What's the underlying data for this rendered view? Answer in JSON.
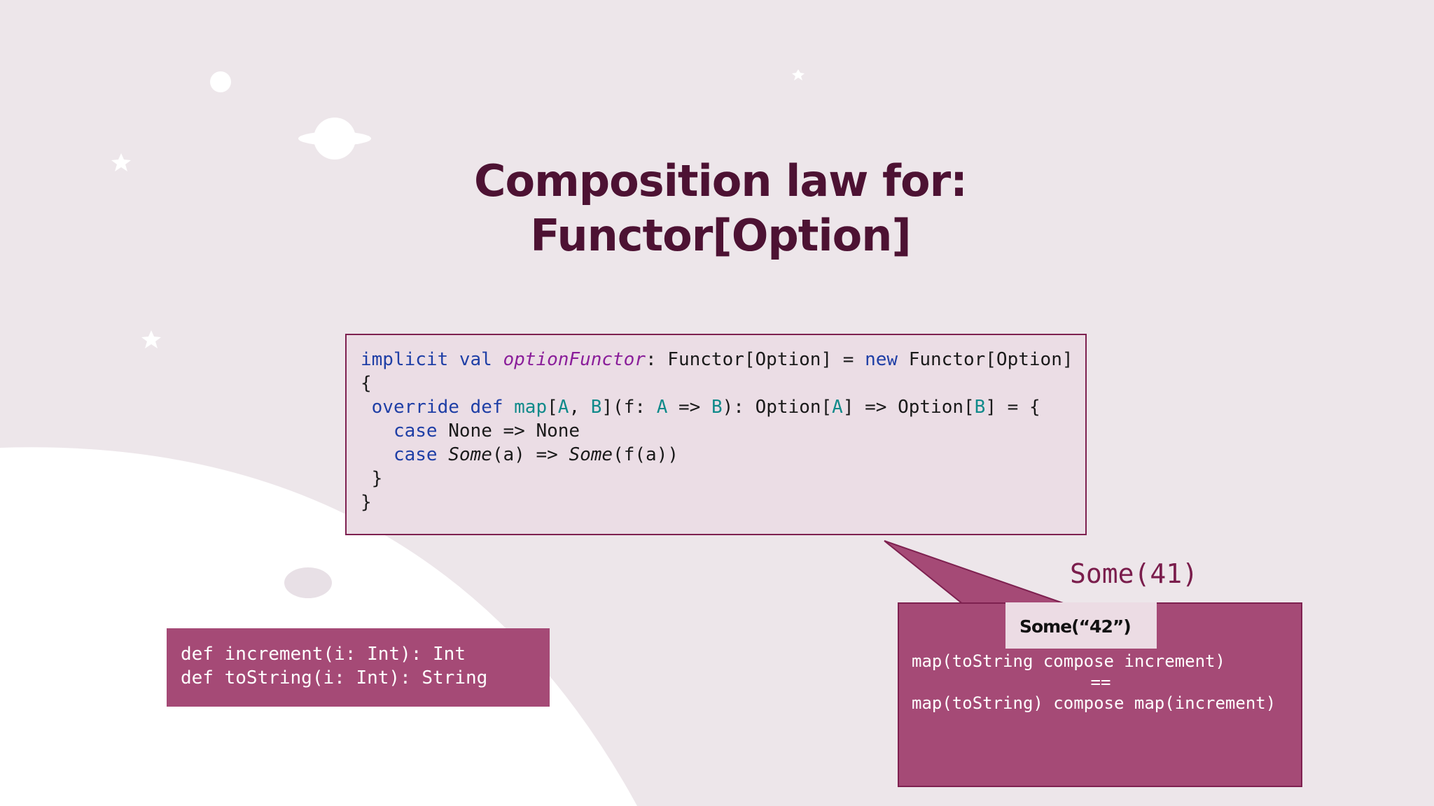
{
  "slide": {
    "title_line1": "Composition law for:",
    "title_line2": "Functor[Option]"
  },
  "code": {
    "l1_kw1": "implicit val ",
    "l1_name": "optionFunctor",
    "l1_mid": ": Functor[Option] = ",
    "l1_kw2": "new",
    "l1_end": " Functor[Option]",
    "l2": "{",
    "l3_indent": " ",
    "l3_kw": "override def ",
    "l3_fn": "map",
    "l3_p1": "[",
    "l3_A": "A",
    "l3_p2": ", ",
    "l3_B": "B",
    "l3_p3": "](f: ",
    "l3_A2": "A",
    "l3_p4": " => ",
    "l3_B2": "B",
    "l3_p5": "): Option[",
    "l3_A3": "A",
    "l3_p6": "] => Option[",
    "l3_B3": "B",
    "l3_p7": "] = {",
    "l4_indent": "   ",
    "l4_kw": "case",
    "l4_rest": " None => None",
    "l5_indent": "   ",
    "l5_kw": "case",
    "l5_sp": " ",
    "l5_some1": "Some",
    "l5_mid": "(a) => ",
    "l5_some2": "Some",
    "l5_end": "(f(a))",
    "l6": " }",
    "l7": "}"
  },
  "defs": {
    "line1": "def increment(i: Int): Int",
    "line2": "def toString(i: Int): String"
  },
  "callout": {
    "input_label": "Some(41)",
    "result": "Some(“42”)",
    "law_line1": "map(toString compose increment)",
    "law_eq": "==",
    "law_line2": "map(toString) compose map(increment)"
  },
  "colors": {
    "background": "#ede6ea",
    "title": "#4d1233",
    "accent_box": "#a54a76",
    "border": "#7e2150",
    "keyword": "#1f3fa6",
    "type_param": "#0f8a8a",
    "name_italic": "#8a1e9a"
  }
}
